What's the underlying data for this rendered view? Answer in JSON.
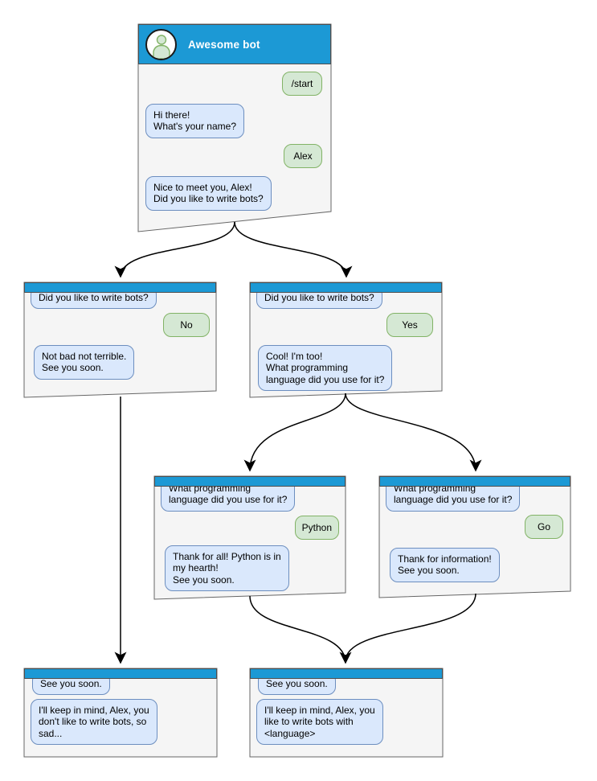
{
  "header": {
    "bot_name": "Awesome bot"
  },
  "icons": {
    "avatar": "person-icon"
  },
  "colors": {
    "header_blue": "#1c99d5",
    "window_fill": "#f5f5f5",
    "window_border": "#666666",
    "bot_bubble_fill": "#dae8fc",
    "bot_bubble_border": "#6c8ebf",
    "user_bubble_fill": "#d5e8d4",
    "user_bubble_border": "#82b366",
    "arrow": "#000000"
  },
  "windows": {
    "start": {
      "user_start": "/start",
      "bot_greeting": "Hi there!\nWhat's your name?",
      "user_name": "Alex",
      "bot_question": "Nice to meet you, Alex!\nDid you like to write bots?"
    },
    "no_branch": {
      "bot_question": "Did you like to write bots?",
      "user_answer": "No",
      "bot_reply": "Not bad not terrible.\nSee you soon."
    },
    "yes_branch": {
      "bot_question": "Did you like to write bots?",
      "user_answer": "Yes",
      "bot_reply": "Cool! I'm too!\nWhat programming\nlanguage did you use for it?"
    },
    "python_branch": {
      "bot_question": "What programming\nlanguage did you use for it?",
      "user_answer": "Python",
      "bot_reply": "Thank for all! Python is in\nmy hearth!\nSee you soon."
    },
    "go_branch": {
      "bot_question": "What programming\nlanguage did you use for it?",
      "user_answer": "Go",
      "bot_reply": "Thank for information!\nSee you soon."
    },
    "end_no": {
      "bot_bye": "See you soon.",
      "bot_summary": "I'll keep in mind, Alex, you\ndon't like to write bots, so\nsad..."
    },
    "end_language": {
      "bot_bye": "See you soon.",
      "bot_summary": "I'll keep in mind, Alex, you\nlike to write bots with\n<language>"
    }
  }
}
